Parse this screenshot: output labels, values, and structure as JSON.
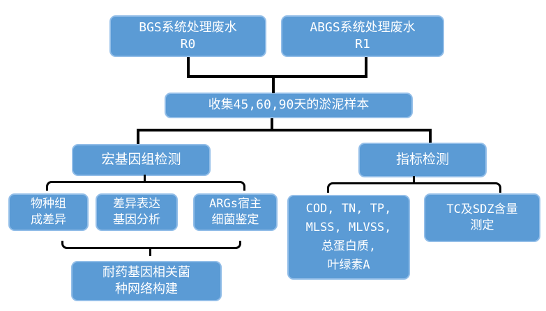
{
  "flowchart": {
    "colors": {
      "box_fill": "#5B9BD5",
      "box_border": "#93BEE8",
      "connector": "#000000",
      "text": "#FFFFFF"
    },
    "nodes": {
      "bgs": {
        "lines": [
          "BGS系统处理废水",
          "R0"
        ]
      },
      "abgs": {
        "lines": [
          "ABGS系统处理废水",
          "R1"
        ]
      },
      "collect": {
        "lines": [
          "收集45,60,90天的淤泥样本"
        ]
      },
      "metagenome": {
        "lines": [
          "宏基因组检测"
        ]
      },
      "indicator": {
        "lines": [
          "指标检测"
        ]
      },
      "species": {
        "lines": [
          "物种组",
          "成差异"
        ]
      },
      "dge": {
        "lines": [
          "差异表达",
          "基因分析"
        ]
      },
      "args": {
        "lines": [
          "ARGs宿主",
          "细菌鉴定"
        ]
      },
      "cod": {
        "lines": [
          "COD, TN, TP,",
          "MLSS, MLVSS,",
          "总蛋白质,",
          "叶绿素A"
        ]
      },
      "tc": {
        "lines": [
          "TC及SDZ含量",
          "测定"
        ]
      },
      "network": {
        "lines": [
          "耐药基因相关菌",
          "种网络构建"
        ]
      }
    }
  }
}
